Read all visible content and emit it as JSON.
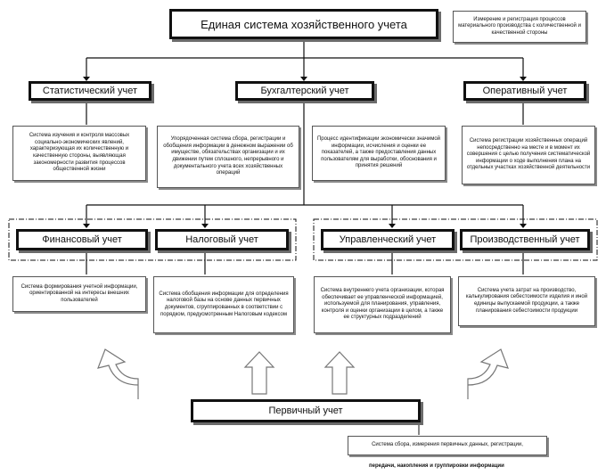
{
  "top": {
    "title": "Единая система хозяйственного учета",
    "note": "Измерение и регистрация процессов материального производства с количественной и качественной стороны"
  },
  "level2": {
    "stat": {
      "title": "Статистический учет",
      "desc": "Система изучения и контроля массовых социально-экономических явлений, характеризующая их количественную и качественную стороны, выявляющая закономерности развития процессов общественной жизни"
    },
    "buh": {
      "title": "Бухгалтерский учет",
      "desc": "Упорядоченная система сбора, регистрации и обобщения информации в денежном выражении об имуществе, обязательствах организации и их движении путем сплошного, непрерывного и документального учета всех хозяйственных операций"
    },
    "buh_note": "Процесс идентификации экономически значимой информации, исчисления и оценки ее показателей, а также предоставления данных пользователям для выработки, обоснования и принятия решений",
    "oper": {
      "title": "Оперативный учет",
      "desc": "Система регистрации хозяйственных операций непосредственно на месте и в момент их совершения с целью получения систематической информации о ходе выполнения плана на отдельных участках хозяйственной деятельности"
    }
  },
  "level3": {
    "fin": {
      "title": "Финансовый учет",
      "desc": "Система формирования учетной информации, ориентированной на интересы внешних пользователей"
    },
    "nal": {
      "title": "Налоговый учет",
      "desc": "Система обобщения информации для определения налоговой базы на основе данных первичных документов, сгруппированных в соответствии с порядком, предусмотренным Налоговым кодексом"
    },
    "upr": {
      "title": "Управленческий учет",
      "desc": "Система внутреннего учета организации, которая обеспечивает ее управленческой информацией, используемой для планирования, управления, контроля и оценки организации в целом, а также ее структурных подразделений"
    },
    "proiz": {
      "title": "Производственный учет",
      "desc": "Система учета затрат на производство, калькулирования себестоимости изделия и иной единицы выпускаемой продукции, а также планирования себестоимости продукции"
    }
  },
  "bottom": {
    "title": "Первичный учет",
    "desc": "Система сбора, измерения первичных данных,  регистрации,",
    "desc_cont": "передачи, накопления и  группировки информации"
  }
}
